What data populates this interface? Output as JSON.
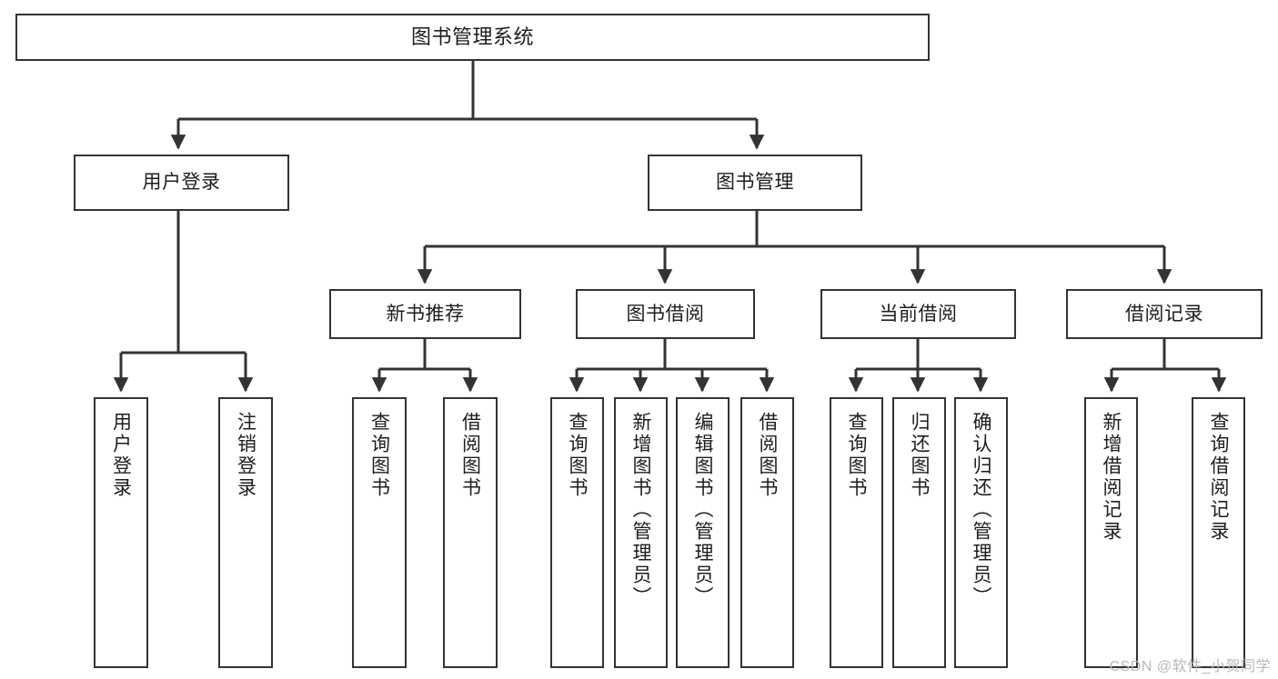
{
  "diagram": {
    "title": "图书管理系统",
    "type": "tree",
    "stroke_color": "#333333",
    "box_fill": "#ffffff",
    "text_color": "#1d1d1d",
    "nodes": {
      "root": {
        "label": "图书管理系统"
      },
      "level2": [
        {
          "id": "user-login",
          "label": "用户登录"
        },
        {
          "id": "book-manage",
          "label": "图书管理"
        }
      ],
      "level3": [
        {
          "id": "new-book-recommend",
          "label": "新书推荐"
        },
        {
          "id": "book-borrow",
          "label": "图书借阅"
        },
        {
          "id": "current-borrow",
          "label": "当前借阅"
        },
        {
          "id": "borrow-record",
          "label": "借阅记录"
        }
      ],
      "leaves": {
        "user_login": [
          {
            "id": "leaf-user-login",
            "label": "用户登录"
          },
          {
            "id": "leaf-logout-login",
            "label": "注销登录"
          }
        ],
        "new_book_recommend": [
          {
            "id": "leaf-query-book-1",
            "label": "查询图书"
          },
          {
            "id": "leaf-borrow-book-1",
            "label": "借阅图书"
          }
        ],
        "book_borrow": [
          {
            "id": "leaf-query-book-2",
            "label": "查询图书"
          },
          {
            "id": "leaf-add-book",
            "label": "新增图书（管理员）"
          },
          {
            "id": "leaf-edit-book",
            "label": "编辑图书（管理员）"
          },
          {
            "id": "leaf-borrow-book-2",
            "label": "借阅图书"
          }
        ],
        "current_borrow": [
          {
            "id": "leaf-query-book-3",
            "label": "查询图书"
          },
          {
            "id": "leaf-return-book",
            "label": "归还图书"
          },
          {
            "id": "leaf-confirm-return",
            "label": "确认归还（管理员）"
          }
        ],
        "borrow_record": [
          {
            "id": "leaf-add-record",
            "label": "新增借阅记录"
          },
          {
            "id": "leaf-query-record",
            "label": "查询借阅记录"
          }
        ]
      }
    }
  },
  "watermark": {
    "text": "CSDN @软件_小贺同学"
  }
}
